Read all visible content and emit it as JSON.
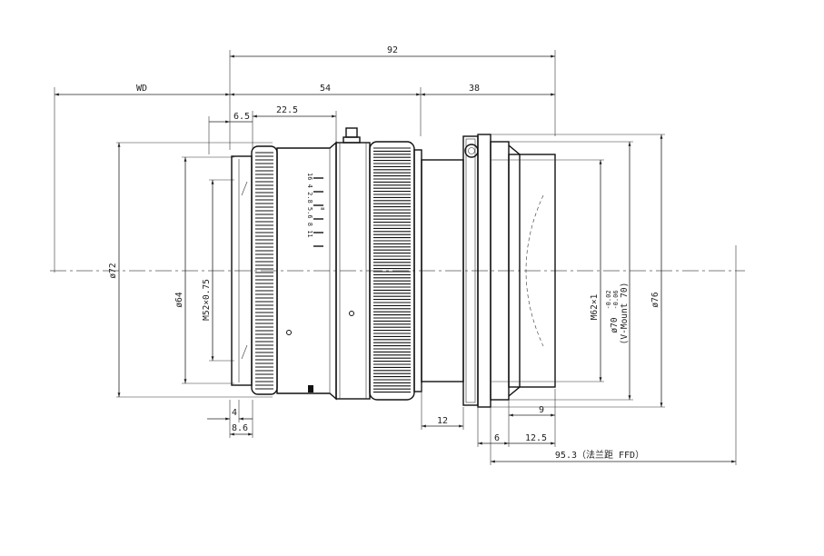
{
  "dimensions": {
    "overall": "92",
    "working_distance": "WD",
    "body_length": "54",
    "rear_length": "38",
    "front_step": "6.5",
    "front_ring": "22.5",
    "bottom_left_a": "4",
    "bottom_left_b": "8.6",
    "mount_gap": "12",
    "rear_9": "9",
    "rear_6": "6",
    "rear_12_5": "12.5",
    "flange_distance": "95.3（法兰距 FFD）"
  },
  "diameters": {
    "d72": "ø72",
    "d64": "ø64",
    "filter_thread": "M52×0.75",
    "mount_thread": "M62×1",
    "d70": "ø70",
    "tol_upper": "-0.02",
    "tol_lower": "-0.06",
    "mount_name": "(V-Mount 70)",
    "d76": "ø76"
  },
  "lens_markings": {
    "scale_row_1": "16 4 2.8 5.6 8 11",
    "scale_row_2": "∞"
  }
}
